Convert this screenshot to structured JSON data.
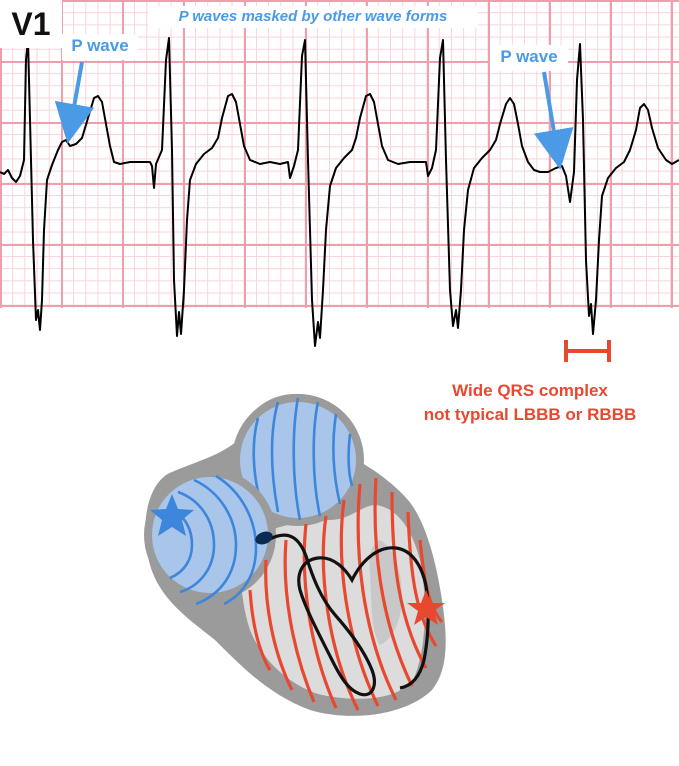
{
  "lead": {
    "label": "V1"
  },
  "caption": {
    "text": "P waves masked by other wave forms"
  },
  "p_wave_labels": [
    "P wave",
    "P wave"
  ],
  "qrs_annotation": {
    "line1": "Wide QRS complex",
    "line2": "not typical LBBB or RBBB"
  },
  "colors": {
    "annotation_blue": "#4a9ae6",
    "annotation_red": "#e8482f",
    "ecg_grid_major": "#ef9fab",
    "ecg_grid_minor": "#f8d3d9",
    "ecg_trace": "#000000",
    "heart_wall": "#9b9b9b",
    "heart_chamber": "#dcdcdc",
    "atria_fill": "#a9c6ea"
  },
  "icons": [
    "blue-star-icon",
    "red-star-icon",
    "sinus-node-icon"
  ]
}
